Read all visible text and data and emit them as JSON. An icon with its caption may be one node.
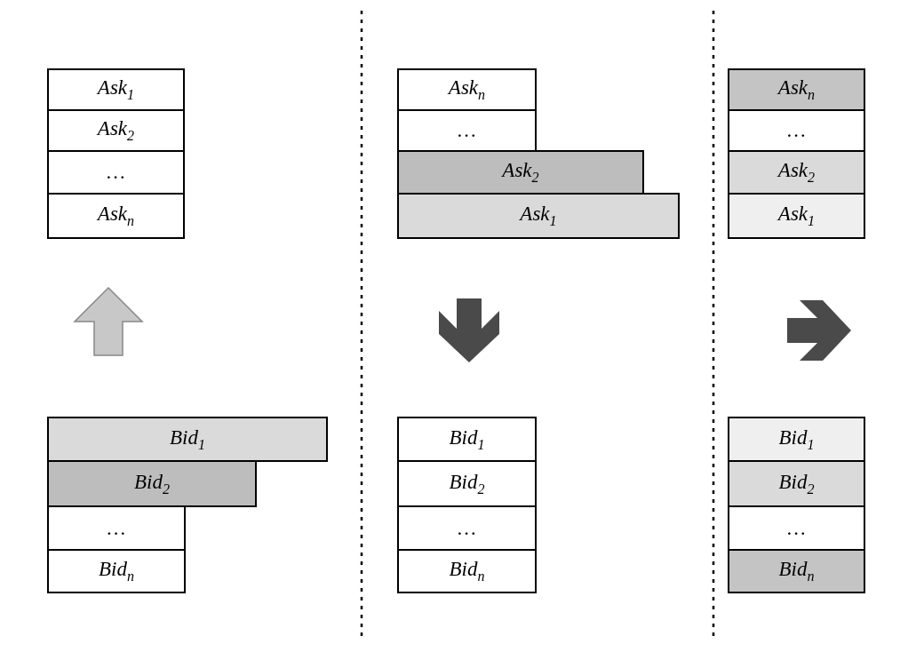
{
  "diagram": {
    "nodes": [
      {
        "text": [
          "Ask$_{1}$"
        ]
      },
      {
        "text": [
          "Ask$_{2}$"
        ]
      },
      {
        "text": [
          "…"
        ]
      },
      {
        "text": [
          "Ask$_{n}$"
        ]
      },
      {
        "text": [
          "Bid$_{1}$"
        ]
      },
      {
        "text": [
          "Bid$_{2}$"
        ]
      },
      {
        "text": [
          "…"
        ]
      },
      {
        "text": [
          "Bid$_{n}$"
        ]
      },
      {
        "text": [
          "Ask$_{n}$"
        ]
      },
      {
        "text": [
          "…"
        ]
      },
      {
        "text": [
          "Ask$_{2}$"
        ]
      },
      {
        "text": [
          "Ask$_{1}$"
        ]
      },
      {
        "text": [
          "Bid$_{1}$"
        ]
      },
      {
        "text": [
          "Bid$_{2}$"
        ]
      },
      {
        "text": [
          "…"
        ]
      },
      {
        "text": [
          "Bid$_{n}$"
        ]
      },
      {
        "text": [
          "Ask$_{n}$"
        ]
      },
      {
        "text": [
          "…"
        ]
      },
      {
        "text": [
          "Ask$_{2}$"
        ]
      },
      {
        "text": [
          "Ask$_{1}$"
        ]
      },
      {
        "text": [
          "Bid$_{1}$"
        ]
      },
      {
        "text": [
          "Bid$_{2}$"
        ]
      },
      {
        "text": [
          "…"
        ]
      },
      {
        "text": [
          "Bid$_{n}$"
        ]
      }
    ]
  }
}
